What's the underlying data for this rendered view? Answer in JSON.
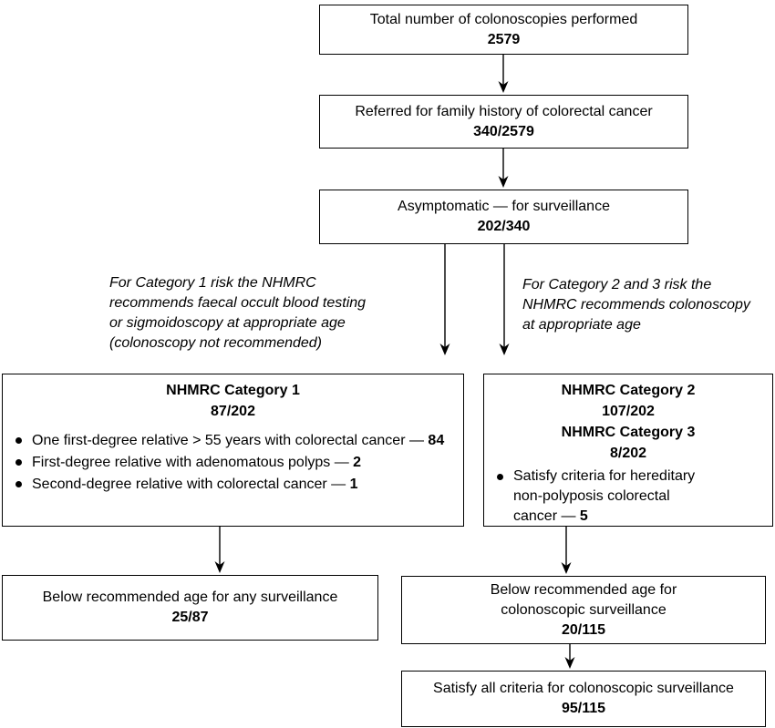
{
  "colors": {
    "line": "#000000",
    "text": "#000000",
    "background": "#ffffff"
  },
  "flow": {
    "total": {
      "label": "Total number of colonoscopies performed",
      "value": "2579"
    },
    "referred": {
      "label": "Referred for family history of colorectal cancer",
      "value": "340/2579"
    },
    "asymptomatic": {
      "label": "Asymptomatic — for surveillance",
      "value": "202/340"
    },
    "category1": {
      "title": "NHMRC Category 1",
      "value": "87/202",
      "bullets": [
        {
          "text": "One first-degree relative > 55 years with colorectal cancer — ",
          "count": "84"
        },
        {
          "text": "First-degree relative with adenomatous polyps — ",
          "count": "2"
        },
        {
          "text": "Second-degree relative with colorectal cancer — ",
          "count": "1"
        }
      ]
    },
    "category23": {
      "title1": "NHMRC Category 2",
      "value1": "107/202",
      "title2": "NHMRC Category 3",
      "value2": "8/202",
      "bullets": [
        {
          "text": "Satisfy criteria for hereditary non-polyposis colorectal cancer — ",
          "count": "5"
        }
      ]
    },
    "below_any": {
      "label": "Below recommended age for any surveillance",
      "value": "25/87"
    },
    "below_colonoscopic": {
      "label": "Below recommended age for colonoscopic surveillance",
      "value": "20/115"
    },
    "satisfy_all": {
      "label": "Satisfy all criteria for colonoscopic surveillance",
      "value": "95/115"
    }
  },
  "notes": {
    "left_lines": [
      "For Category 1 risk the NHMRC",
      "recommends faecal occult blood testing",
      "or sigmoidoscopy at appropriate age",
      "(colonoscopy not recommended)"
    ],
    "right_lines": [
      "For Category 2 and 3 risk the",
      "NHMRC recommends colonoscopy",
      "at appropriate age"
    ]
  }
}
